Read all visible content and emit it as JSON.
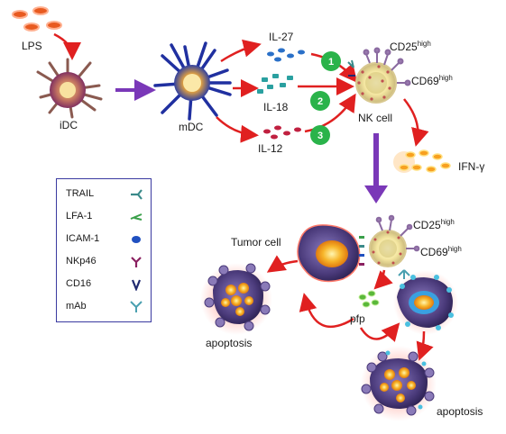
{
  "labels": {
    "lps": "LPS",
    "idc": "iDC",
    "mdc": "mDC",
    "il27": "IL-27",
    "il18": "IL-18",
    "il12": "IL-12",
    "step1": "1",
    "step2": "2",
    "step3": "3",
    "nk_cell": "NK cell",
    "cd25_top": "CD25",
    "cd69_top": "CD69",
    "cd25_bottom": "CD25",
    "cd69_bottom": "CD69",
    "high": "high",
    "ifn": "IFN-γ",
    "tumor_cell": "Tumor cell",
    "pfp": "pfp",
    "apoptosis_left": "apoptosis",
    "apoptosis_bottom": "apoptosis"
  },
  "legend": [
    {
      "name": "TRAIL",
      "icon": "trail-receptor-icon",
      "color": "#3a8a8a"
    },
    {
      "name": "LFA-1",
      "icon": "lfa1-receptor-icon",
      "color": "#3aa04a"
    },
    {
      "name": "ICAM-1",
      "icon": "icam1-molecule-icon",
      "color": "#2050c0"
    },
    {
      "name": "NKp46",
      "icon": "nkp46-receptor-icon",
      "color": "#8a2060"
    },
    {
      "name": "CD16",
      "icon": "cd16-receptor-icon",
      "color": "#202a70"
    },
    {
      "name": "mAb",
      "icon": "mab-antibody-icon",
      "color": "#4aa0b0"
    }
  ],
  "colors": {
    "arrow_red": "#e02020",
    "arrow_purple": "#7a38b8",
    "badge_green": "#2ab34a",
    "tumor_purple": "#5a4a8a",
    "nucleus_orange": "#f5a623"
  }
}
